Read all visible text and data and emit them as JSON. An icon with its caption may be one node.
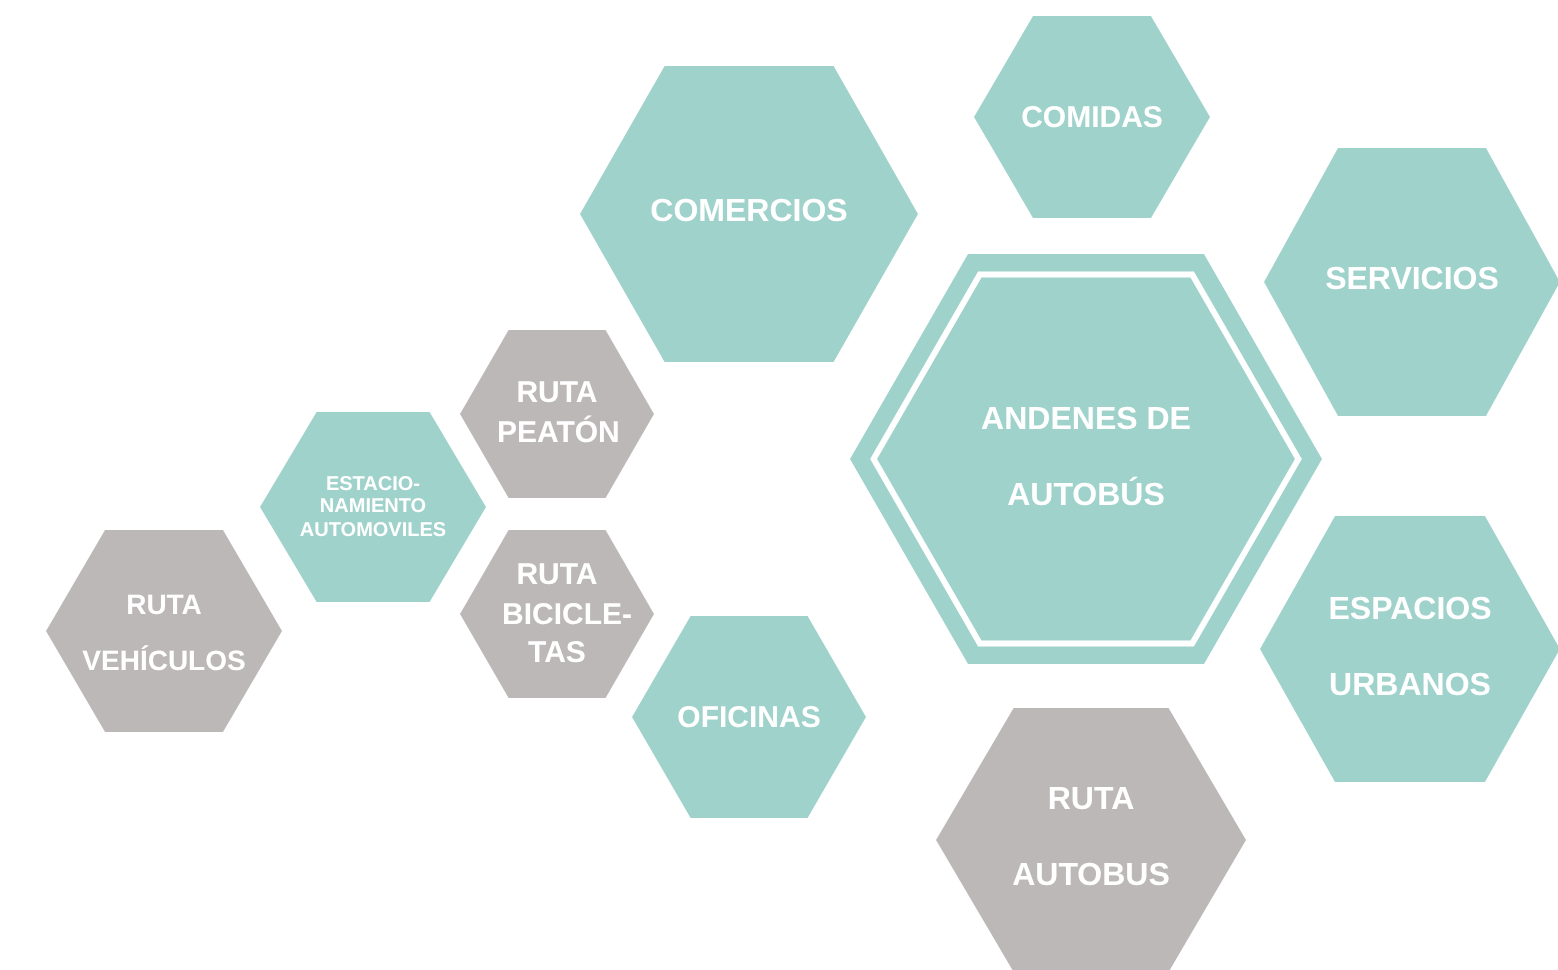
{
  "diagram": {
    "nodes": [
      {
        "text": [
          "COMIDAS"
        ]
      },
      {
        "text": [
          "COMERCIOS"
        ]
      },
      {
        "text": [
          "SERVICIOS"
        ]
      },
      {
        "text": [
          "ANDENES DE AUTOBÚS"
        ]
      },
      {
        "text": [
          "RUTA PEATÓN"
        ]
      },
      {
        "text": [
          "ESTACIO- NAMIENTO AUTOMOVILES"
        ]
      },
      {
        "text": [
          "RUTA VEHÍCULOS"
        ]
      },
      {
        "text": [
          "RUTA BICICLE- TAS"
        ]
      },
      {
        "text": [
          "ESPACIOS URBANOS"
        ]
      },
      {
        "text": [
          "OFICINAS"
        ]
      },
      {
        "text": [
          "RUTA AUTOBUS"
        ]
      }
    ]
  }
}
